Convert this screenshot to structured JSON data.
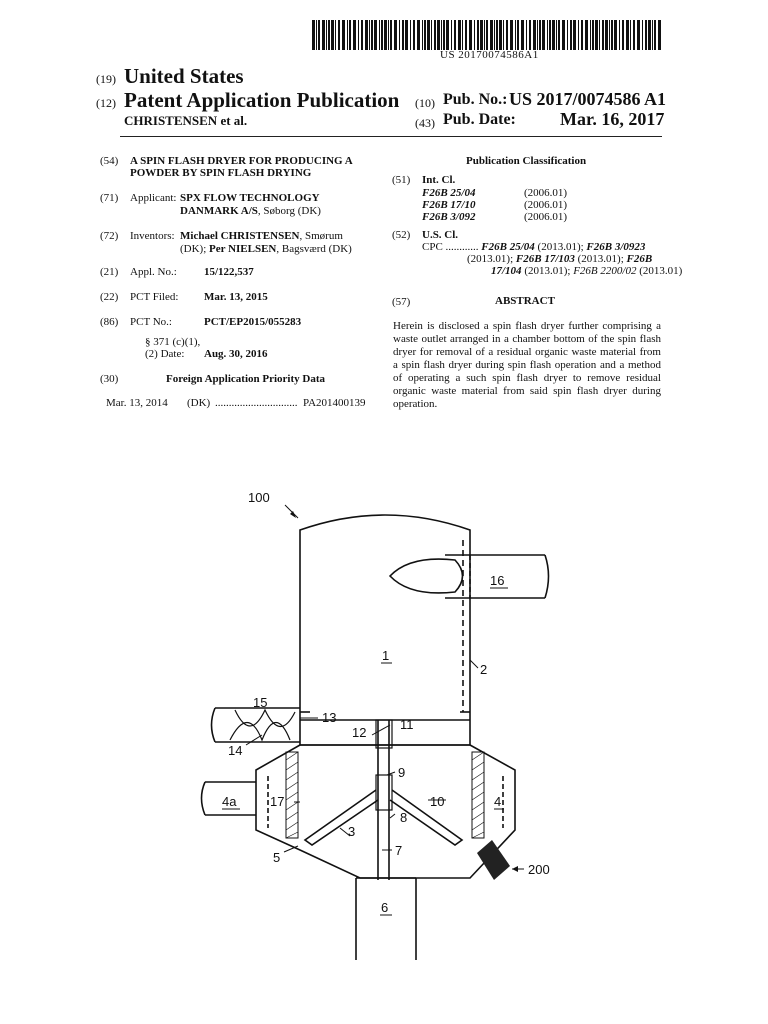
{
  "header": {
    "barcode_number": "US 20170074586A1",
    "code19": "(19)",
    "country": "United States",
    "code12": "(12)",
    "doc_type": "Patent Application Publication",
    "code10": "(10)",
    "pub_no_label": "Pub. No.:",
    "pub_no": "US 2017/0074586 A1",
    "inventor_short": "CHRISTENSEN et al.",
    "code43": "(43)",
    "pub_date_label": "Pub. Date:",
    "pub_date": "Mar. 16, 2017"
  },
  "left": {
    "f54_code": "(54)",
    "title_line1": "A SPIN FLASH DRYER FOR PRODUCING A",
    "title_line2": "POWDER BY SPIN FLASH DRYING",
    "f71_code": "(71)",
    "applicant_label": "Applicant:",
    "applicant_line1": "SPX FLOW TECHNOLOGY",
    "applicant_line2_bold": "DANMARK A/S",
    "applicant_line2_rest": ", Søborg (DK)",
    "f72_code": "(72)",
    "inventors_label": "Inventors:",
    "inv1_name": "Michael CHRISTENSEN",
    "inv1_rest": ", Smørum",
    "inv2_pre": "(DK); ",
    "inv2_name": "Per NIELSEN",
    "inv2_rest": ", Bagsværd (DK)",
    "f21_code": "(21)",
    "appl_label": "Appl. No.:",
    "appl_no": "15/122,537",
    "f22_code": "(22)",
    "pct_filed_label": "PCT Filed:",
    "pct_filed": "Mar. 13, 2015",
    "f86_code": "(86)",
    "pct_no_label": "PCT No.:",
    "pct_no": "PCT/EP2015/055283",
    "s371_label": "§ 371 (c)(1),",
    "s371_date_label": "(2) Date:",
    "s371_date": "Aug. 30, 2016",
    "f30_code": "(30)",
    "priority_title": "Foreign Application Priority Data",
    "priority_date": "Mar. 13, 2014",
    "priority_country": "(DK)",
    "priority_dots": "..............................",
    "priority_no": "PA201400139"
  },
  "right": {
    "pub_class_title": "Publication Classification",
    "f51_code": "(51)",
    "int_cl_label": "Int. Cl.",
    "int_cl": [
      {
        "code": "F26B 25/04",
        "year": "(2006.01)"
      },
      {
        "code": "F26B 17/10",
        "year": "(2006.01)"
      },
      {
        "code": "F26B 3/092",
        "year": "(2006.01)"
      }
    ],
    "f52_code": "(52)",
    "us_cl_label": "U.S. Cl.",
    "cpc_label": "CPC",
    "cpc_dots": "............",
    "cpc_1_code": "F26B 25/04",
    "cpc_1_year": " (2013.01); ",
    "cpc_2_code": "F26B 3/0923",
    "cpc_3_year_pre": "(2013.01); ",
    "cpc_3_code": "F26B 17/103",
    "cpc_3_year": " (2013.01); ",
    "cpc_4_code": "F26B",
    "cpc_4b_code": "17/104",
    "cpc_4_year": " (2013.01); ",
    "cpc_5_code": "F26B 2200/02",
    "cpc_5_year": " (2013.01)",
    "f57_code": "(57)",
    "abstract_title": "ABSTRACT",
    "abstract_text": "Herein is disclosed a spin flash dryer further comprising a waste outlet arranged in a chamber bottom of the spin flash dryer for removal of a residual organic waste material from a spin flash dryer during spin flash operation and a method of operating a such spin flash dryer to remove residual organic waste material from said spin flash dryer during operation."
  },
  "figure": {
    "labels": {
      "l100": "100",
      "l16": "16",
      "l1": "1",
      "l2": "2",
      "l15": "15",
      "l13": "13",
      "l12": "12",
      "l11": "11",
      "l14": "14",
      "l9": "9",
      "l4a": "4a",
      "l17": "17",
      "l10": "10",
      "l4": "4",
      "l8": "8",
      "l3": "3",
      "l7": "7",
      "l5": "5",
      "l200": "200",
      "l6": "6"
    }
  }
}
